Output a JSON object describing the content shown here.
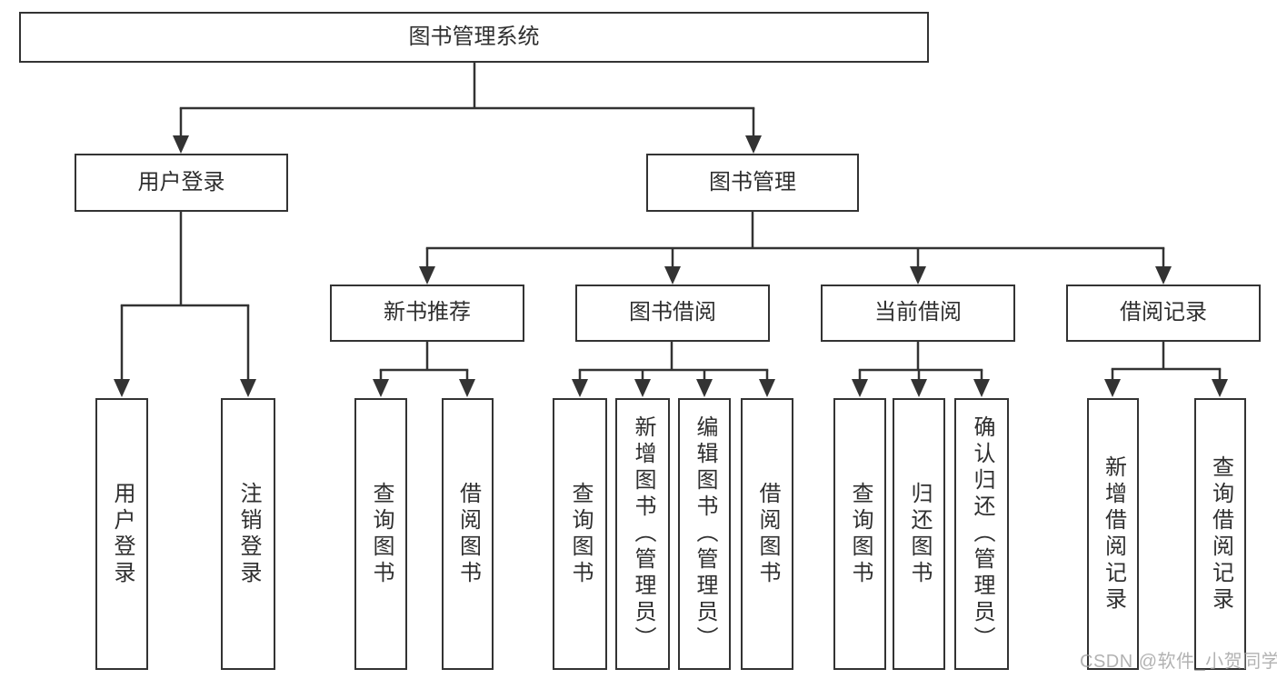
{
  "nodes": {
    "root": "图书管理系统",
    "user_login": "用户登录",
    "book_mgmt": "图书管理",
    "new_book_rec": "新书推荐",
    "book_borrow": "图书借阅",
    "current_borrow": "当前借阅",
    "borrow_records": "借阅记录",
    "leaf_user_login": "用户登录",
    "leaf_logout": "注销登录",
    "leaf_query_books_rec": "查询图书",
    "leaf_borrow_books_rec": "借阅图书",
    "leaf_query_books_borrow": "查询图书",
    "leaf_add_books": "新增图书（管理员）",
    "leaf_edit_books": "编辑图书（管理员）",
    "leaf_borrow_books_borrow": "借阅图书",
    "leaf_query_books_current": "查询图书",
    "leaf_return_books": "归还图书",
    "leaf_confirm_return": "确认归还（管理员）",
    "leaf_add_borrow_record": "新增借阅记录",
    "leaf_query_borrow_record": "查询借阅记录"
  },
  "tree": {
    "图书管理系统": {
      "用户登录": [
        "用户登录",
        "注销登录"
      ],
      "图书管理": {
        "新书推荐": [
          "查询图书",
          "借阅图书"
        ],
        "图书借阅": [
          "查询图书",
          "新增图书（管理员）",
          "编辑图书（管理员）",
          "借阅图书"
        ],
        "当前借阅": [
          "查询图书",
          "归还图书",
          "确认归还（管理员）"
        ],
        "借阅记录": [
          "新增借阅记录",
          "查询借阅记录"
        ]
      }
    }
  },
  "watermark": "CSDN @软件_小贺同学",
  "colors": {
    "line": "#333333",
    "text": "#2f2f2f",
    "box_background": "#ffffff",
    "watermark": "#a0a0a0"
  }
}
